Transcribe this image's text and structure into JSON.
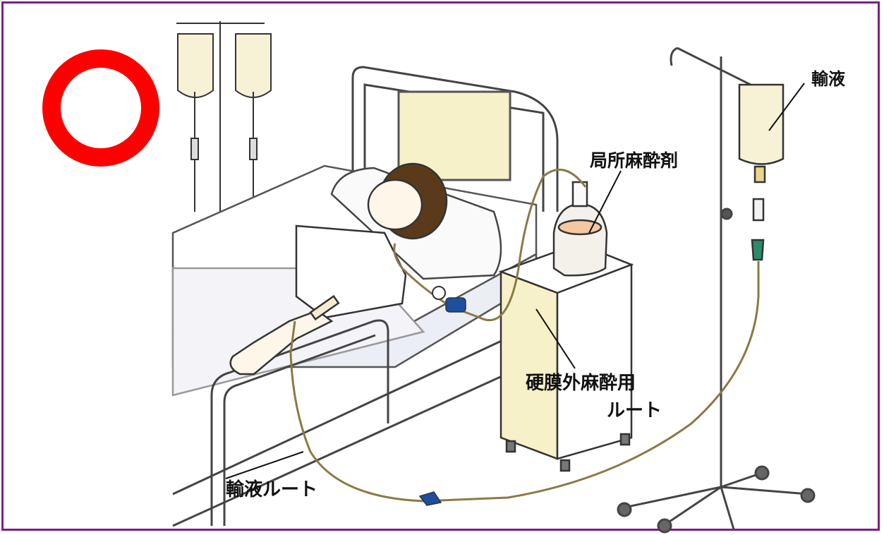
{
  "mark": {
    "symbol": "circle-ok",
    "color": "#ff0000"
  },
  "labels": {
    "infusion": "輸液",
    "local_anesthetic": "局所麻酔剤",
    "epidural_route_line1": "硬膜外麻酔用",
    "epidural_route_line2": "ルート",
    "infusion_route": "輸液ルート"
  },
  "colors": {
    "frame": "#7b1f86",
    "tube": "#8a7a45",
    "connector": "#1b4fa0"
  }
}
